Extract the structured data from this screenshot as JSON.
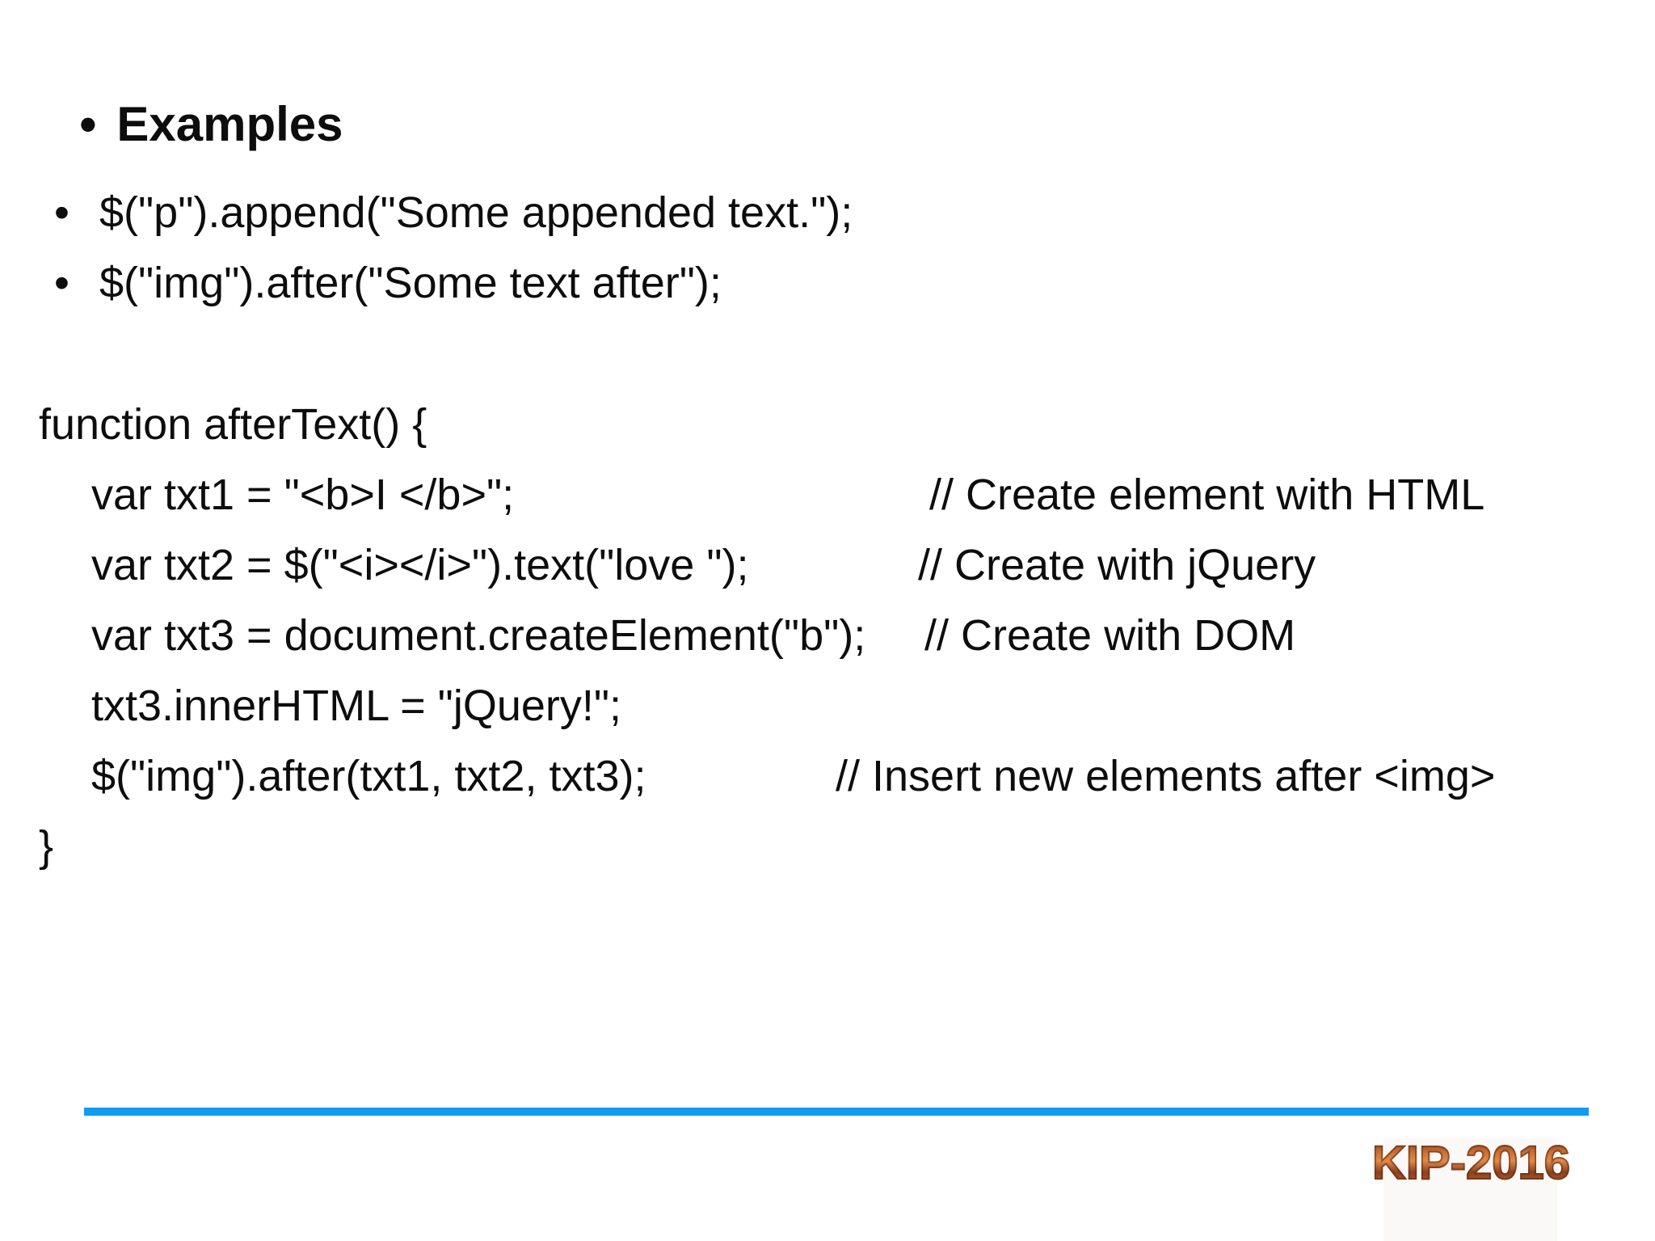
{
  "slide": {
    "bullet_glyph": "•",
    "title": "Examples",
    "examples": [
      "$(\"p\").append(\"Some appended text.\");",
      "$(\"img\").after(\"Some text after\");"
    ],
    "code": {
      "open": "function afterText() {",
      "lines": [
        {
          "code": "var txt1 = \"<b>I </b>\";",
          "comment": "// Create element with HTML"
        },
        {
          "code": "var txt2 = $(\"<i></i>\").text(\"love \");",
          "comment": "// Create with jQuery"
        },
        {
          "code": "var txt3 = document.createElement(\"b\");",
          "comment": "// Create with DOM"
        },
        {
          "code": "txt3.innerHTML = \"jQuery!\";",
          "comment": ""
        },
        {
          "code": "$(\"img\").after(txt1, txt2, txt3);",
          "comment": "// Insert new elements after <img>"
        }
      ],
      "close": "}"
    },
    "footer": {
      "logo_text": "KIP-2016"
    },
    "colors": {
      "divider_blue": "#0f9cf3",
      "logo_copper": "#a8542a",
      "text": "#0d0d0d",
      "background": "#ffffff"
    }
  }
}
